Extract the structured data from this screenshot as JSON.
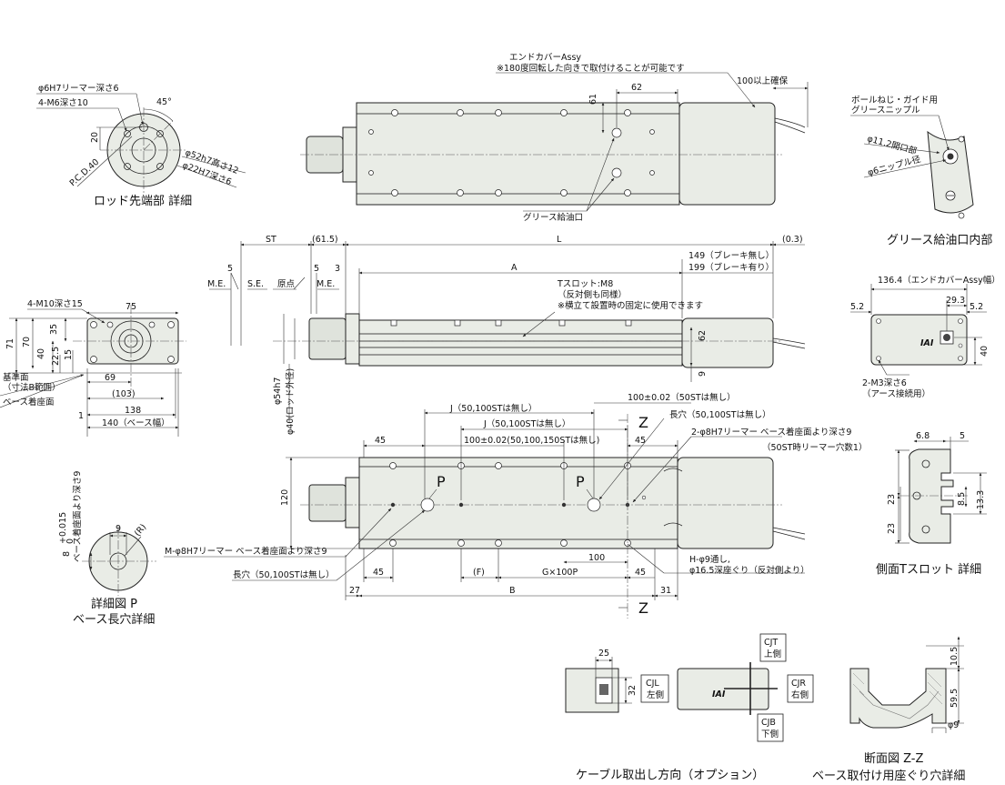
{
  "rod_detail": {
    "title": "ロッド先端部 詳細",
    "l_reamer": "φ6H7リーマー深さ6",
    "l_tap": "4-M6深さ10",
    "l_angle": "45°",
    "l_20": "20",
    "l_pcd": "P.C.D.40",
    "l_52": "φ52h7高さ12",
    "l_22": "φ22H7深さ6"
  },
  "top_view": {
    "l_cover": "エンドカバーAssy",
    "l_cover_note": "※180度回転した向きで取付けることが可能です",
    "l_100": "100以上確保",
    "l_61": "61",
    "l_62": "62",
    "l_grease": "グリース給油口"
  },
  "grease_detail": {
    "title": "グリース給油口内部",
    "l_nipple": "ボールねじ・ガイド用",
    "l_nipple2": "グリースニップル",
    "l_112": "φ11.2開口部",
    "l_6": "φ6ニップル径"
  },
  "side_view": {
    "l_st": "ST",
    "l_615": "(61.5)",
    "l_L": "L",
    "l_03": "(0.3)",
    "l_me": "M.E.",
    "l_5a": "5",
    "l_se": "S.E.",
    "l_origin": "原点",
    "l_5b": "5",
    "l_3": "3",
    "l_me2": "M.E.",
    "l_A": "A",
    "l_149": "149（ブレーキ無し）",
    "l_199": "199（ブレーキ有り）",
    "l_slot": "Tスロット:M8",
    "l_slot2": "（反対側も同様）",
    "l_slot3": "※横立て設置時の固定に使用できます",
    "l_62": "62",
    "l_9": "9",
    "l_54": "φ54h7",
    "l_40": "φ40(ロッド外径)"
  },
  "front_view": {
    "l_m10": "4-M10深さ15",
    "l_75": "75",
    "l_71": "71",
    "l_70": "70",
    "l_35": "35",
    "l_40": "40",
    "l_225": "22.5",
    "l_15": "15",
    "l_69": "69",
    "l_103": "(103)",
    "l_138": "138",
    "l_1": "1",
    "l_140": "140（ベース幅）",
    "l_ref": "基準面",
    "l_ref2": "（寸法B範囲）",
    "l_base": "ベース着座面"
  },
  "endcover_view": {
    "l_1364": "136.4（エンドカバーAssy幅）",
    "l_52a": "5.2",
    "l_293": "29.3",
    "l_52b": "5.2",
    "l_40": "40",
    "l_m3": "2-M3深さ6",
    "l_m3b": "（アース接続用）",
    "logo": "IAI"
  },
  "bottom_view": {
    "l_J1": "J（50,100STは無し）",
    "l_100p": "100±0.02（50STは無し）",
    "l_J2": "J（50,100STは無し）",
    "l_long": "長穴（50,100STは無し）",
    "l_100b": "100±0.02(50,100,150STは無し)",
    "l_45a": "45",
    "l_45b": "45",
    "l_Z1": "Z",
    "l_Z2": "Z",
    "l_2phi": "2-φ8H7リーマー ベース着座面より深さ9",
    "l_2phi2": "（50ST時リーマー穴数1）",
    "l_120": "120",
    "l_P1": "P",
    "l_P2": "P",
    "l_Mphi": "M-φ8H7リーマー ベース着座面より深さ9",
    "l_long2": "長穴（50,100STは無し）",
    "l_100": "100",
    "l_H": "H-φ9通し,",
    "l_H2": "φ16.5深座ぐり（反対側より）",
    "l_45c": "45",
    "l_F": "(F)",
    "l_G": "G×100P",
    "l_45d": "45",
    "l_27": "27",
    "l_B": "B",
    "l_31": "31"
  },
  "slot_detail": {
    "title": "側面Tスロット 詳細",
    "l_68": "6.8",
    "l_5": "5",
    "l_23a": "23",
    "l_23b": "23",
    "l_85": "8.5",
    "l_133": "13.3"
  },
  "p_detail": {
    "title1": "詳細図 P",
    "title2": "ベース長穴詳細",
    "l_8": "8",
    "l_tol": "+0.015",
    "l_tol2": "0",
    "l_depth": "ベース着座面より深さ9",
    "l_9": "9",
    "l_R": "(R)"
  },
  "cable_option": {
    "title": "ケーブル取出し方向（オプション）",
    "l_25": "25",
    "l_32": "32",
    "l_cjl": "CJL",
    "l_cjl2": "左側",
    "l_cjt": "CJT",
    "l_cjt2": "上側",
    "l_cjr": "CJR",
    "l_cjr2": "右側",
    "l_cjb": "CJB",
    "l_cjb2": "下側",
    "logo": "IAI"
  },
  "section_zz": {
    "title1": "断面図 Z-Z",
    "title2": "ベース取付け用座ぐり穴詳細",
    "l_105": "10.5",
    "l_595": "59.5",
    "l_9": "φ9"
  }
}
